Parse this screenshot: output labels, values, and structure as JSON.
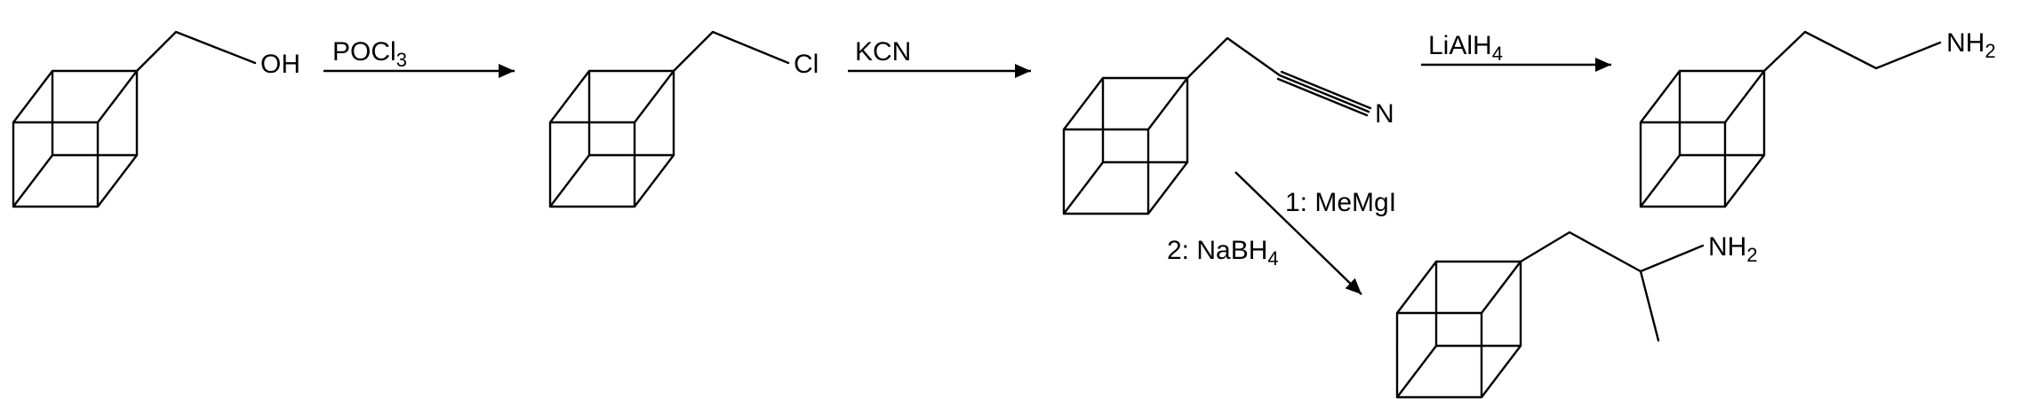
{
  "scheme": {
    "background": "#ffffff",
    "line_color": "#000000",
    "type": "organic-reaction-scheme"
  },
  "molecules": {
    "cubylmethanol": {
      "substituent_label": "OH"
    },
    "cubylmethyl_chloride": {
      "substituent_label": "Cl"
    },
    "cubylacetonitrile": {
      "nitrogen_label": "N"
    },
    "cubylethylamine": {
      "amine_main": "NH",
      "amine_sub": "2"
    },
    "cubylpropan_2_amine": {
      "amine_main": "NH",
      "amine_sub": "2"
    }
  },
  "reagents": {
    "step1": {
      "main": "POCl",
      "sub": "3"
    },
    "step2": {
      "main": "KCN",
      "sub": ""
    },
    "step3": {
      "main": "LiAlH",
      "sub": "4"
    },
    "step4_line1": {
      "main": "1: MeMgI",
      "sub": ""
    },
    "step4_line2": {
      "main": "2: NaBH",
      "sub": "4"
    }
  }
}
